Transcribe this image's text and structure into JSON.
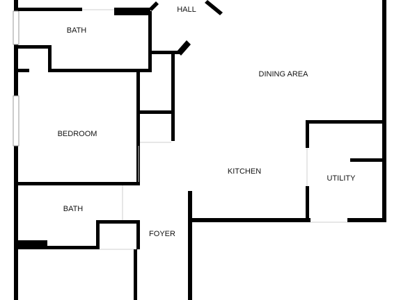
{
  "floor_plan": {
    "rooms": {
      "hall": "HALL",
      "bath_upper": "BATH",
      "dining_area": "DINING AREA",
      "bedroom": "BEDROOM",
      "kitchen": "KITCHEN",
      "utility": "UTILITY",
      "bath_lower": "BATH",
      "foyer": "FOYER"
    },
    "colors": {
      "wall": "#000000",
      "background": "#ffffff",
      "window": "#9a9a9a"
    }
  }
}
